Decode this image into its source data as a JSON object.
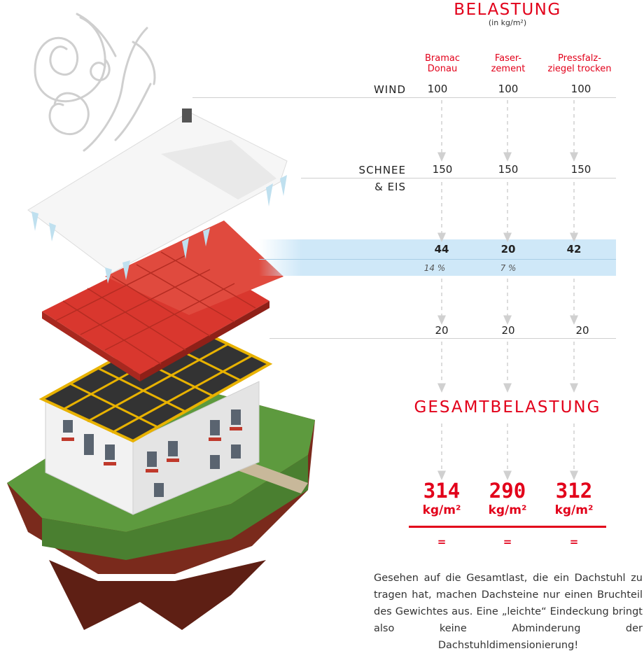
{
  "header": {
    "title": "BELASTUNG",
    "unit": "(in kg/m²)"
  },
  "columns": [
    {
      "line1": "Bramac",
      "line2": "Donau"
    },
    {
      "line1": "Faser-",
      "line2": "zement"
    },
    {
      "line1": "Pressfalz-",
      "line2": "ziegel trocken"
    }
  ],
  "rows": {
    "wind": {
      "label": "WIND",
      "values": [
        "100",
        "100",
        "100"
      ]
    },
    "snow": {
      "label_line1": "SCHNEE",
      "label_line2": "& EIS",
      "values": [
        "150",
        "150",
        "150"
      ]
    },
    "roofing": {
      "values": [
        "44",
        "20",
        "42"
      ],
      "percents": [
        "14 %",
        "7 %"
      ]
    },
    "structure": {
      "values": [
        "20",
        "20",
        "20"
      ]
    }
  },
  "total": {
    "title": "GESAMTBELASTUNG",
    "values": [
      "314",
      "290",
      "312"
    ],
    "unit": "kg/m²",
    "equals": [
      "=",
      "=",
      "="
    ]
  },
  "paragraph": "Gesehen auf die Gesamtlast, die ein Dachstuhl zu tragen hat, machen Dachsteine nur einen Bruchteil des Gewichtes aus. Eine „leichte“ Eindeckung bringt also keine Abminderung der Dachstuhldimensionierung!",
  "colors": {
    "accent": "#e2001a",
    "band": "#cfe8f8",
    "roof": "#d9372e",
    "grass": "#5d9a3e",
    "soil": "#7a2a1c"
  }
}
